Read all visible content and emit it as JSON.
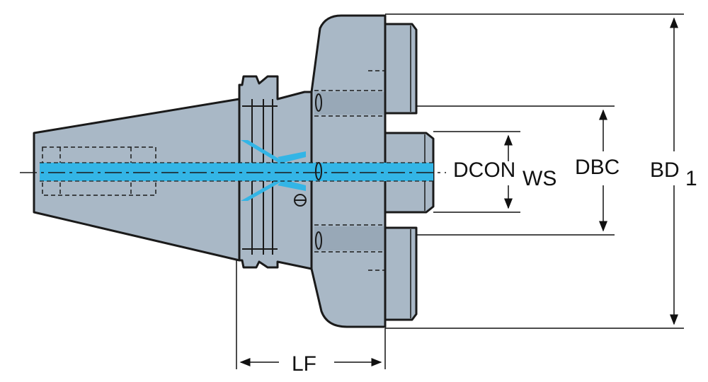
{
  "labels": {
    "dcon_main": "DCON",
    "dcon_sub": "WS",
    "dbc": "DBC",
    "bd_main": "BD",
    "bd_sub": "1",
    "lf": "LF"
  },
  "colors": {
    "body_fill": "#a9b8c6",
    "body_shade": "#98a8b7",
    "coolant": "#33b5e6",
    "outline": "#1a1a1a",
    "dim_line": "#111111"
  }
}
